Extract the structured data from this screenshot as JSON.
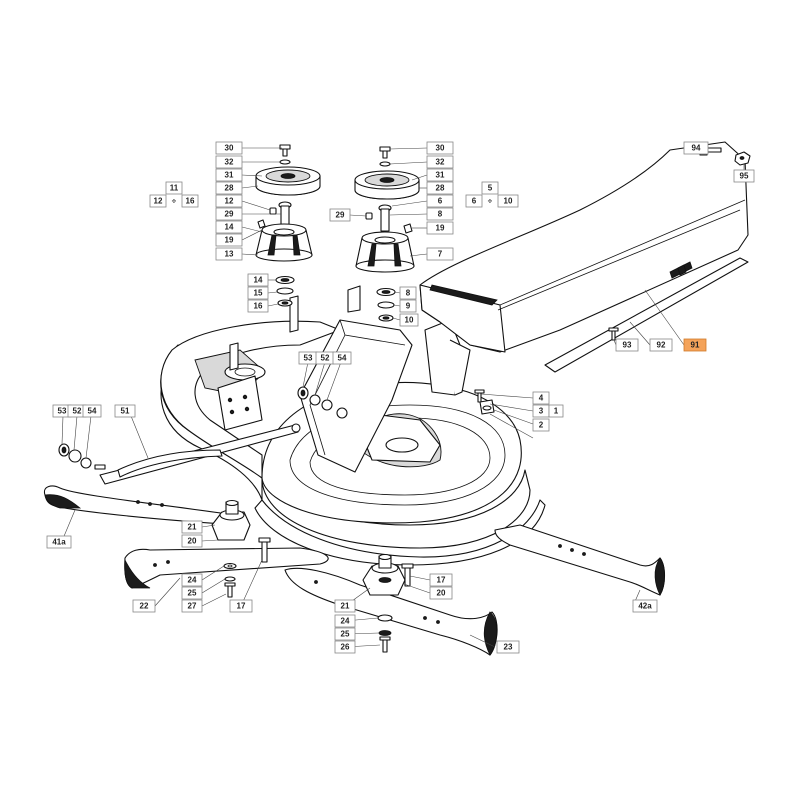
{
  "highlight_color": "#f4a35a",
  "callouts": {
    "c30a": "30",
    "c32a": "32",
    "c31a": "31",
    "c28a": "28",
    "c12a": "12",
    "c29a": "29",
    "c14a": "14",
    "c19a": "19",
    "c13": "13",
    "c14b": "14",
    "c15a": "15",
    "c16a": "16",
    "c11": "11",
    "c12b": "12",
    "c16b": "16",
    "c30b": "30",
    "c32b": "32",
    "c31b": "31",
    "c28b": "28",
    "c6a": "6",
    "c8a": "8",
    "c29b": "29",
    "c19b": "19",
    "c7": "7",
    "c8b": "8",
    "c9a": "9",
    "c10a": "10",
    "c5": "5",
    "c6b": "6",
    "c10b": "10",
    "c94": "94",
    "c95": "95",
    "c91": "91",
    "c92": "92",
    "c93": "93",
    "c53a": "53",
    "c52a": "52",
    "c54a": "54",
    "c53b": "53",
    "c52b": "52",
    "c54b": "54",
    "c51": "51",
    "c41a": "41a",
    "c4": "4",
    "c3": "3",
    "c1": "1",
    "c2": "2",
    "c21a": "21",
    "c20a": "20",
    "c24a": "24",
    "c25a": "25",
    "c27": "27",
    "c22": "22",
    "c17a": "17",
    "c17b": "17",
    "c20b": "20",
    "c21b": "21",
    "c24b": "24",
    "c25b": "25",
    "c26": "26",
    "c23": "23",
    "c42a": "42a"
  },
  "range_sign": "÷"
}
